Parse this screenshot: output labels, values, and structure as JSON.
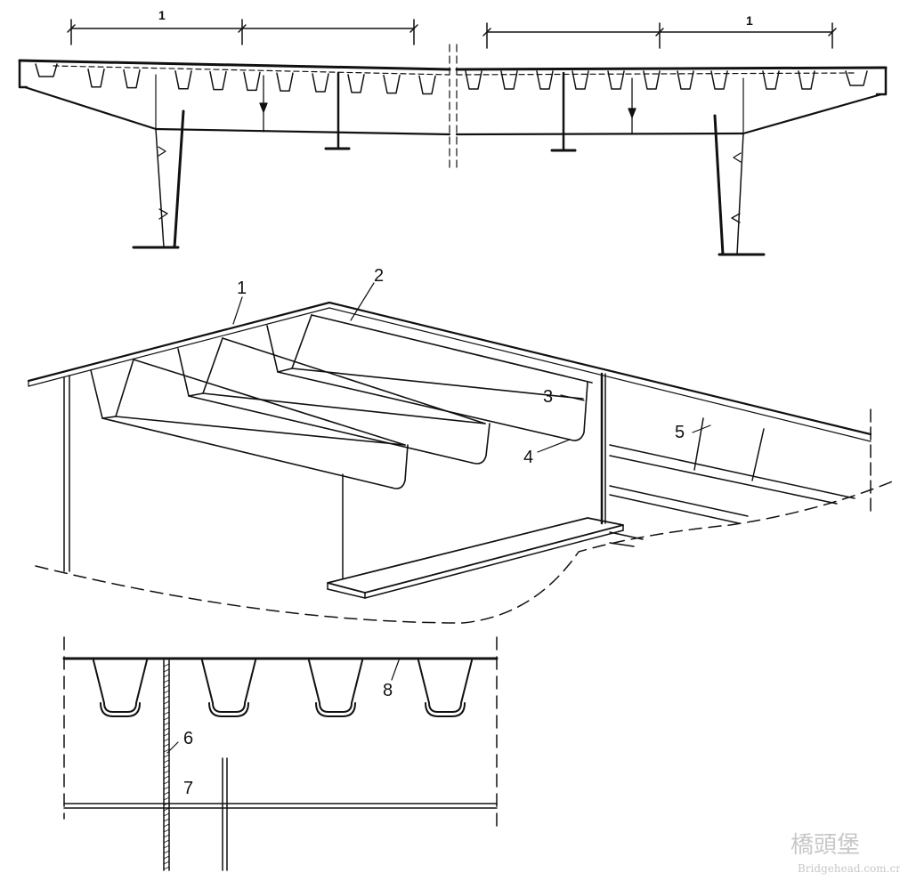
{
  "top_section": {
    "span_label_left": "1",
    "span_label_right": "1"
  },
  "isometric_section": {
    "callouts": [
      "1",
      "2",
      "3",
      "4",
      "5"
    ]
  },
  "detail_section": {
    "callouts": [
      "6",
      "7",
      "8"
    ]
  },
  "watermark": {
    "chinese": "橋頭堡",
    "url": "Bridgehead.com.cn"
  },
  "colors": {
    "ink": "#111111",
    "watermark": "#c8c8c8",
    "background": "#ffffff"
  }
}
